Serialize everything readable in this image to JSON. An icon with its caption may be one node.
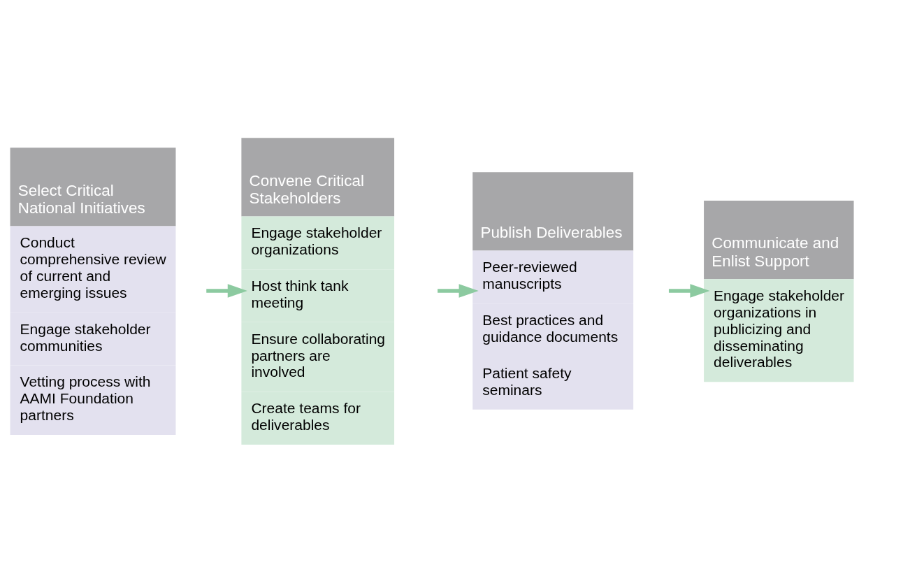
{
  "diagram": {
    "nodes": [
      {
        "text": [
          "Select Critical National Initiatives",
          "Conduct comprehensive review of current and emerging issues",
          "Engage stakeholder communities",
          "Vetting process with AAMI Foundation partners"
        ]
      },
      {
        "text": [
          "Convene Critical Stakeholders",
          "Engage stakeholder organizations",
          "Host think tank meeting",
          "Ensure collaborating partners are involved",
          "Create teams for deliverables"
        ]
      },
      {
        "text": [
          "Publish Deliverables",
          "Peer-reviewed manuscripts",
          "Best practices and guidance documents",
          "Patient safety seminars"
        ]
      },
      {
        "text": [
          "Communicate and Enlist Support",
          "Engage stakeholder organizations in publicizing and disseminating deliverables"
        ]
      }
    ],
    "edges": [
      {
        "from": 0,
        "to": 1,
        "arrow": "to"
      },
      {
        "from": 1,
        "to": 2,
        "arrow": "to"
      },
      {
        "from": 2,
        "to": 3,
        "arrow": "to"
      }
    ]
  }
}
